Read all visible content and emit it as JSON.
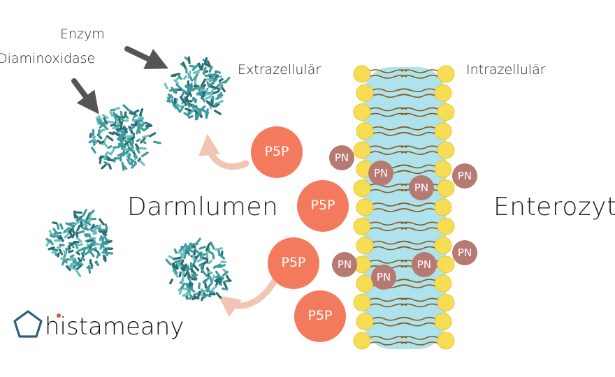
{
  "labels": {
    "enzyme_line1": "Enzym",
    "enzyme_line2": "Diaminoxidase",
    "extracellular": "Extrazellulär",
    "intracellular": "Intrazellulär",
    "lumen": "Darmlumen",
    "enterocyte": "Enterozyt"
  },
  "molecules": {
    "p5p": "P5P",
    "pn": "PN"
  },
  "logo": {
    "text": "histameany",
    "icon": "pentagon-logo-icon"
  },
  "colors": {
    "enzyme": "#3f9a9e",
    "p5p": "#f47a5d",
    "pn": "#b67a72",
    "membrane_head": "#f7dd53",
    "membrane_core": "#aee3ee",
    "arrow_dark": "#555555",
    "arrow_light": "#f2c4b3"
  }
}
